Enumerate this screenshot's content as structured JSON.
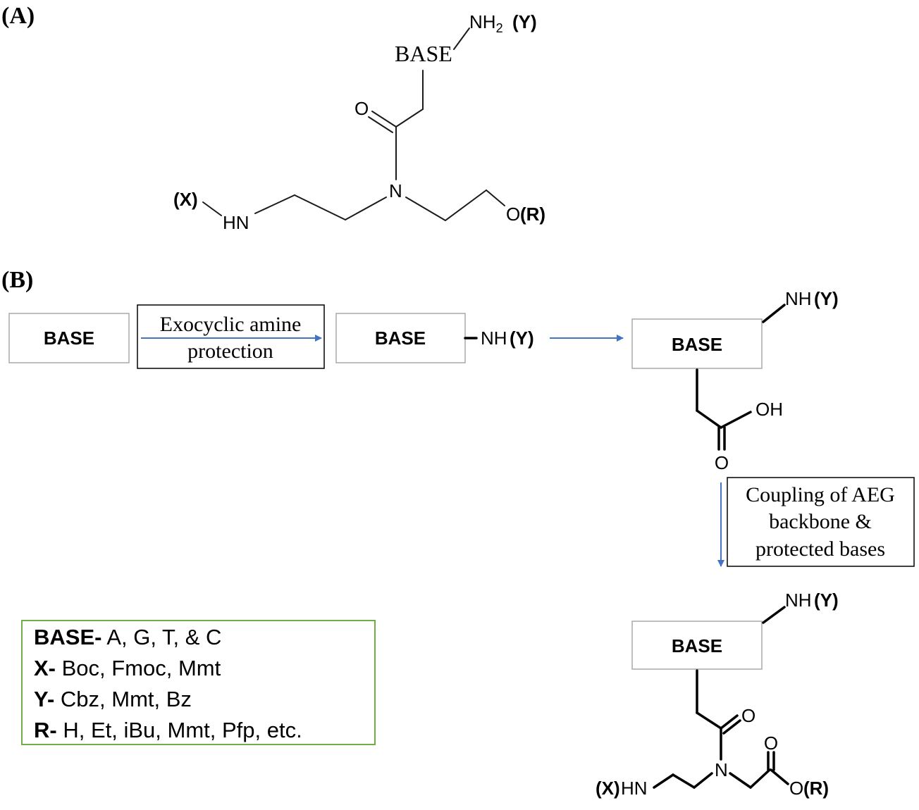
{
  "panel_labels": {
    "a": "(A)",
    "b": "(B)"
  },
  "structure_a": {
    "base": "BASE",
    "nh2": "NH",
    "nh2_sub": "2",
    "y": "(Y)",
    "o": "O",
    "n": "N",
    "x": "(X)",
    "hn": "HN",
    "o_r": "O",
    "r": "(R)"
  },
  "scheme": {
    "base_label": "BASE",
    "step1_label_line1": "Exocyclic amine",
    "step1_label_line2": "protection",
    "nh": "NH",
    "y": "(Y)",
    "oh": "OH",
    "o": "O",
    "step2_label_line1": "Coupling of AEG",
    "step2_label_line2": "backbone &",
    "step2_label_line3": "protected bases",
    "final_o1": "O",
    "final_o2": "O",
    "final_n": "N",
    "final_xhn_x": "(X)",
    "final_xhn_hn": "HN",
    "final_or_o": "O",
    "final_or_r": "(R)"
  },
  "legend": [
    {
      "key": "BASE-",
      "value": " A, G, T, & C"
    },
    {
      "key": "X-",
      "value": " Boc, Fmoc, Mmt"
    },
    {
      "key": "Y-",
      "value": " Cbz, Mmt, Bz"
    },
    {
      "key": "R-",
      "value": " H, Et, iBu, Mmt, Pfp, etc."
    }
  ],
  "colors": {
    "arrow": "#4472c4",
    "legend_border": "#70ad47",
    "box_border": "#a8a8a8"
  }
}
